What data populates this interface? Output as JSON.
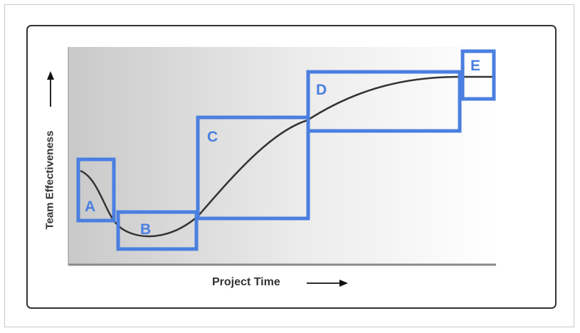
{
  "diagram": {
    "y_axis_label": "Team Effectiveness",
    "x_axis_label": "Project Time",
    "stages": [
      {
        "letter": "A"
      },
      {
        "letter": "B"
      },
      {
        "letter": "C"
      },
      {
        "letter": "D"
      },
      {
        "letter": "E"
      }
    ]
  },
  "colors": {
    "stage_box": "#4a7fe0",
    "curve": "#333333",
    "axis": "#888888",
    "frame": "#333333"
  }
}
